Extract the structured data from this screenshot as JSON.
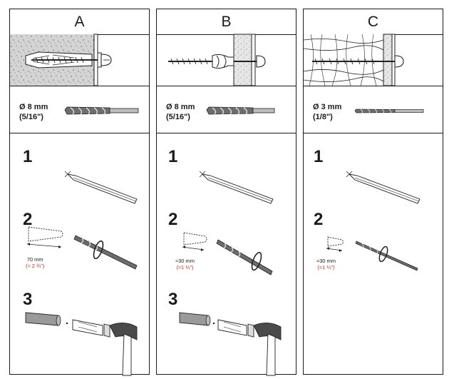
{
  "panels": [
    {
      "label": "A",
      "drill_bit": {
        "diameter": "Ø 8 mm",
        "imperial": "(5/16\")"
      },
      "steps": [
        {
          "number": "1"
        },
        {
          "number": "2",
          "depth": "70 mm",
          "depth_imperial": "(≈ 2 ¾\")"
        },
        {
          "number": "3"
        }
      ]
    },
    {
      "label": "B",
      "drill_bit": {
        "diameter": "Ø 8 mm",
        "imperial": "(5/16\")"
      },
      "steps": [
        {
          "number": "1"
        },
        {
          "number": "2",
          "depth": "≈30 mm",
          "depth_imperial": "(≈1 ¼\")"
        },
        {
          "number": "3"
        }
      ]
    },
    {
      "label": "C",
      "drill_bit": {
        "diameter": "Ø 3 mm",
        "imperial": "(1/8\")"
      },
      "steps": [
        {
          "number": "1"
        },
        {
          "number": "2",
          "depth": "≈30 mm",
          "depth_imperial": "(≈1 ¼\")"
        }
      ]
    }
  ]
}
